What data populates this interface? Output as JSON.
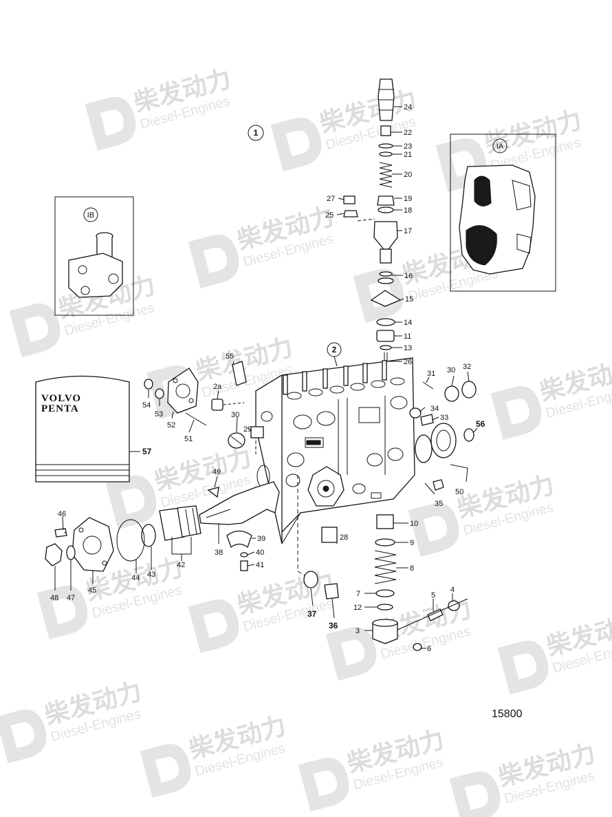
{
  "watermark": {
    "chinese": "柴发动力",
    "english": "Diesel-Engines",
    "logo_icon": "d-logo-icon"
  },
  "figure_number": "15800",
  "brand_box": {
    "line1": "VOLVO",
    "line2": "PENTA",
    "callout": "57"
  },
  "groups": {
    "main": "1",
    "pump_housing": "2",
    "inset_a": "IA",
    "inset_b": "IB"
  },
  "callouts": {
    "c2a": "2a",
    "c3": "3",
    "c4": "4",
    "c5": "5",
    "c6": "6",
    "c7": "7",
    "c8": "8",
    "c9": "9",
    "c10": "10",
    "c11": "11",
    "c12": "12",
    "c13": "13",
    "c14": "14",
    "c15": "15",
    "c16": "16",
    "c17": "17",
    "c18": "18",
    "c19": "19",
    "c20": "20",
    "c21": "21",
    "c22": "22",
    "c23": "23",
    "c24": "24",
    "c25": "25",
    "c26": "26",
    "c27": "27",
    "c28": "28",
    "c29": "29",
    "c30a": "30",
    "c30b": "30",
    "c31": "31",
    "c32": "32",
    "c33": "33",
    "c34": "34",
    "c35": "35",
    "c36": "36",
    "c37": "37",
    "c38": "38",
    "c39": "39",
    "c40": "40",
    "c41": "41",
    "c42": "42",
    "c43": "43",
    "c44": "44",
    "c45": "45",
    "c46": "46",
    "c47": "47",
    "c48": "48",
    "c49": "49",
    "c50": "50",
    "c51": "51",
    "c52": "52",
    "c53": "53",
    "c54": "54",
    "c55": "55",
    "c56": "56"
  }
}
